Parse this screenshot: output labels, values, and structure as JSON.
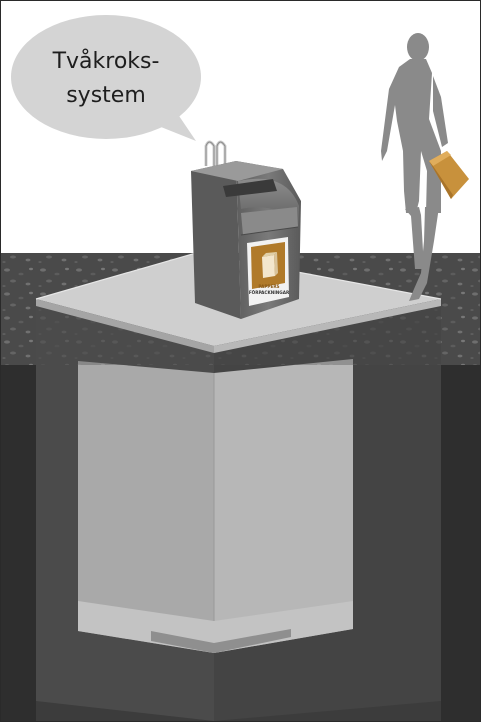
{
  "speech_bubble": {
    "line1": "Tvåkroks-",
    "line2": "system"
  },
  "container_label": {
    "line1": "PAPPERS",
    "line2": "FÖRPACKNINGAR"
  },
  "colors": {
    "ground_dark": "#3a3a3a",
    "gravel": "#4c4c4c",
    "soil": "#2f2f2f",
    "pit_wall": "#5a5a5a",
    "pit_front": "#a8a8a8",
    "pit_side": "#b5b5b5",
    "platform_top": "#c9c9c9",
    "container_body": "#6e6e6e",
    "label_orange": "#b07a2a",
    "bubble": "#d4d4d4",
    "person": "#8a8a8a",
    "package": "#c8913c"
  },
  "icons": {
    "container_icon": "paper-bag-icon",
    "person_icon": "walking-person-icon",
    "package_icon": "cardboard-box-icon"
  }
}
